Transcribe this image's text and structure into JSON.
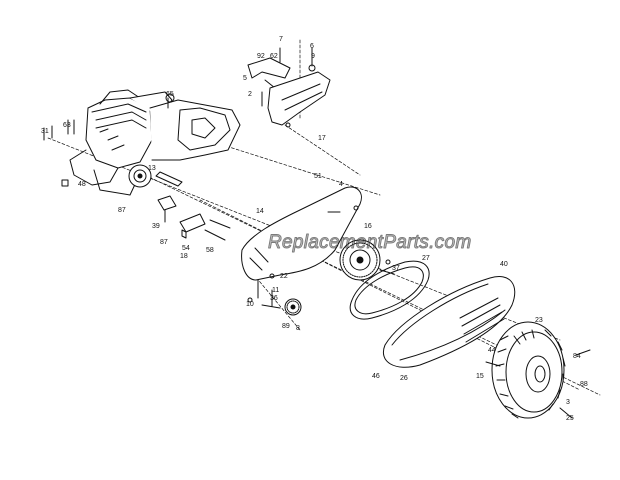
{
  "watermark": "ReplacementParts.com",
  "labels": {
    "l31": "31",
    "l63": "63",
    "l7": "7",
    "l92": "92",
    "l62": "62",
    "l6": "6",
    "l9": "9",
    "l5": "5",
    "l2": "2",
    "l65": "65",
    "l17": "17",
    "l51": "51",
    "l13": "13",
    "l48": "48",
    "l87a": "87",
    "l87b": "87",
    "l39": "39",
    "l18": "18",
    "l54": "54",
    "l58": "58",
    "l4": "4",
    "l14": "14",
    "l16": "16",
    "l37": "37",
    "l10": "10",
    "l36": "36",
    "l22": "22",
    "l11": "11",
    "l89": "89",
    "l8": "8",
    "l27": "27",
    "l40": "40",
    "l23": "23",
    "l44": "44",
    "l84": "84",
    "l15": "15",
    "l26": "26",
    "l46": "46",
    "l88": "88",
    "l3": "3",
    "l25": "25"
  }
}
